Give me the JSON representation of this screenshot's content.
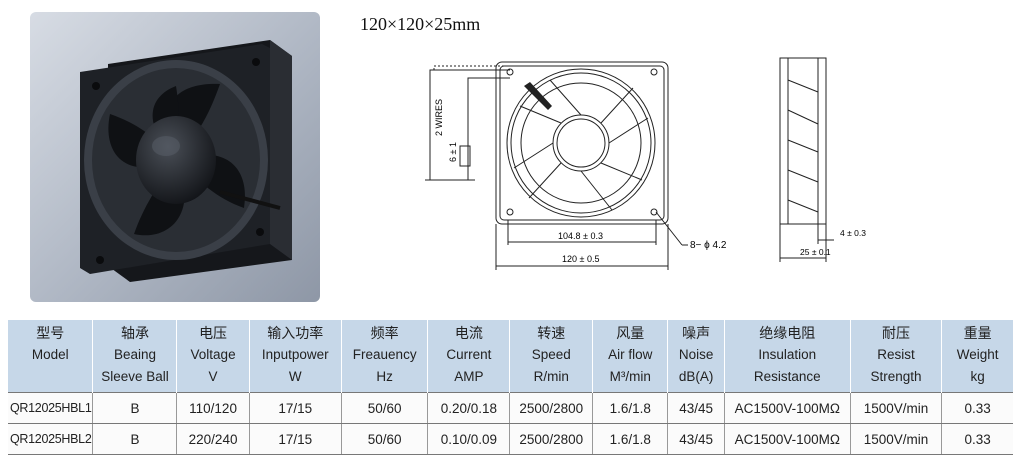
{
  "title": "120×120×25mm",
  "drawing": {
    "wires_label": "2 WIRES",
    "terminal_label": "6 ± 1",
    "inner_dim": "104.8 ± 0.3",
    "outer_dim": "120 ± 0.5",
    "holes": "8− ϕ 4.2",
    "side_dim": "4 ± 0.3",
    "depth_dim": "25 ± 0.1"
  },
  "table": {
    "headers": [
      {
        "zh": "型号",
        "en": "Model",
        "unit": ""
      },
      {
        "zh": "轴承",
        "en": "Beaing",
        "unit": "Sleeve Ball"
      },
      {
        "zh": "电压",
        "en": "Voltage",
        "unit": "V"
      },
      {
        "zh": "输入功率",
        "en": "Inputpower",
        "unit": "W"
      },
      {
        "zh": "频率",
        "en": "Freauency",
        "unit": "Hz"
      },
      {
        "zh": "电流",
        "en": "Current",
        "unit": "AMP"
      },
      {
        "zh": "转速",
        "en": "Speed",
        "unit": "R/min"
      },
      {
        "zh": "风量",
        "en": "Air flow",
        "unit": "M³/min"
      },
      {
        "zh": "噪声",
        "en": "Noise",
        "unit": "dB(A)"
      },
      {
        "zh": "绝缘电阻",
        "en": "Insulation",
        "unit": "Resistance"
      },
      {
        "zh": "耐压",
        "en": "Resist",
        "unit": "Strength"
      },
      {
        "zh": "重量",
        "en": "Weight",
        "unit": "kg"
      }
    ],
    "rows": [
      [
        "QR12025HBL1",
        "B",
        "110/120",
        "17/15",
        "50/60",
        "0.20/0.18",
        "2500/2800",
        "1.6/1.8",
        "43/45",
        "AC1500V-100MΩ",
        "1500V/min",
        "0.33"
      ],
      [
        "QR12025HBL2",
        "B",
        "220/240",
        "17/15",
        "50/60",
        "0.10/0.09",
        "2500/2800",
        "1.6/1.8",
        "43/45",
        "AC1500V-100MΩ",
        "1500V/min",
        "0.33"
      ]
    ]
  }
}
